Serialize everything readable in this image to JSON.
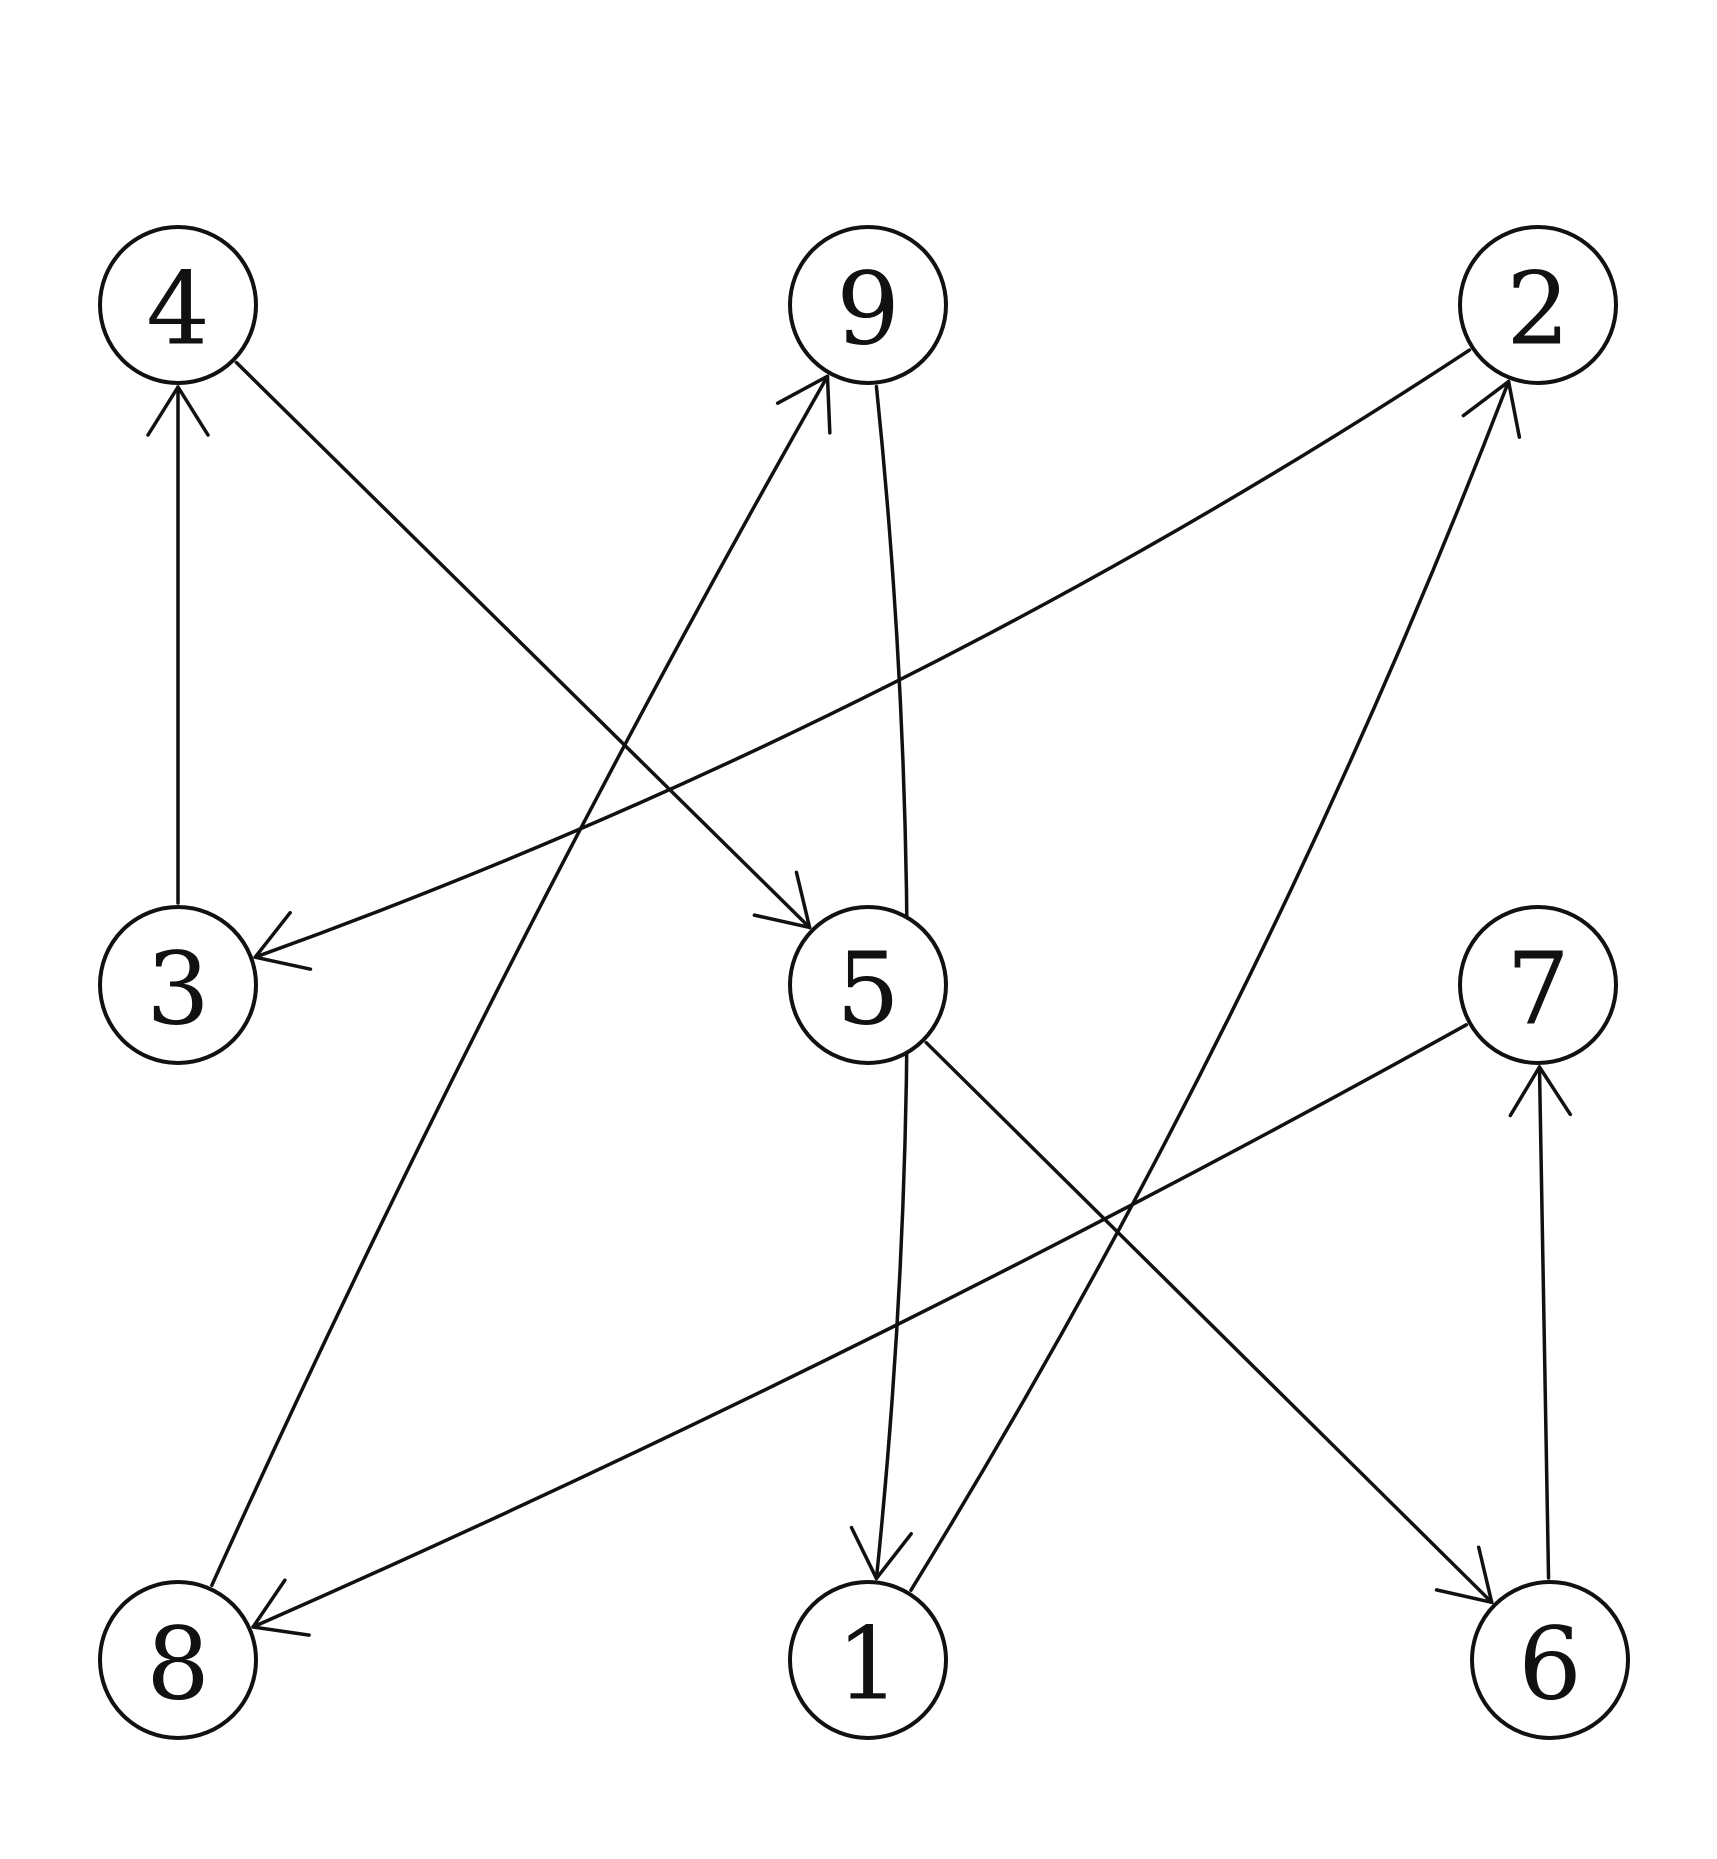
{
  "diagram": {
    "nodes": [
      {
        "id": "4",
        "label": "4"
      },
      {
        "id": "9",
        "label": "9"
      },
      {
        "id": "2",
        "label": "2"
      },
      {
        "id": "3",
        "label": "3"
      },
      {
        "id": "5",
        "label": "5"
      },
      {
        "id": "7",
        "label": "7"
      },
      {
        "id": "8",
        "label": "8"
      },
      {
        "id": "1",
        "label": "1"
      },
      {
        "id": "6",
        "label": "6"
      }
    ],
    "edges": [
      {
        "from": "3",
        "to": "4"
      },
      {
        "from": "4",
        "to": "5"
      },
      {
        "from": "8",
        "to": "9"
      },
      {
        "from": "9",
        "to": "1"
      },
      {
        "from": "2",
        "to": "3"
      },
      {
        "from": "1",
        "to": "2"
      },
      {
        "from": "7",
        "to": "8"
      },
      {
        "from": "5",
        "to": "6"
      },
      {
        "from": "6",
        "to": "7"
      }
    ]
  }
}
